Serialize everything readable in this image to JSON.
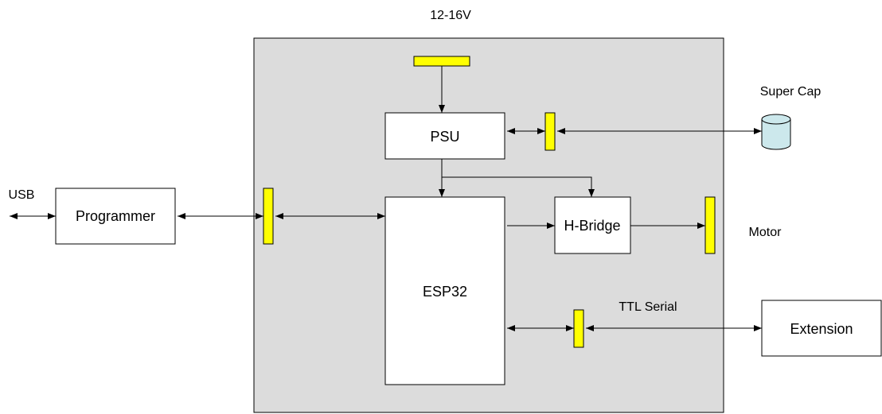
{
  "labels": {
    "supply_voltage": "12-16V",
    "super_cap": "Super Cap",
    "usb": "USB",
    "motor": "Motor",
    "ttl_serial": "TTL Serial"
  },
  "blocks": {
    "psu": "PSU",
    "programmer": "Programmer",
    "esp32": "ESP32",
    "h_bridge": "H-Bridge",
    "extension": "Extension"
  },
  "colors": {
    "board": "#dcdcdc",
    "connector": "#ffff00",
    "block_fill": "#ffffff",
    "capacitor": "#cce8ec",
    "line": "#000000"
  }
}
